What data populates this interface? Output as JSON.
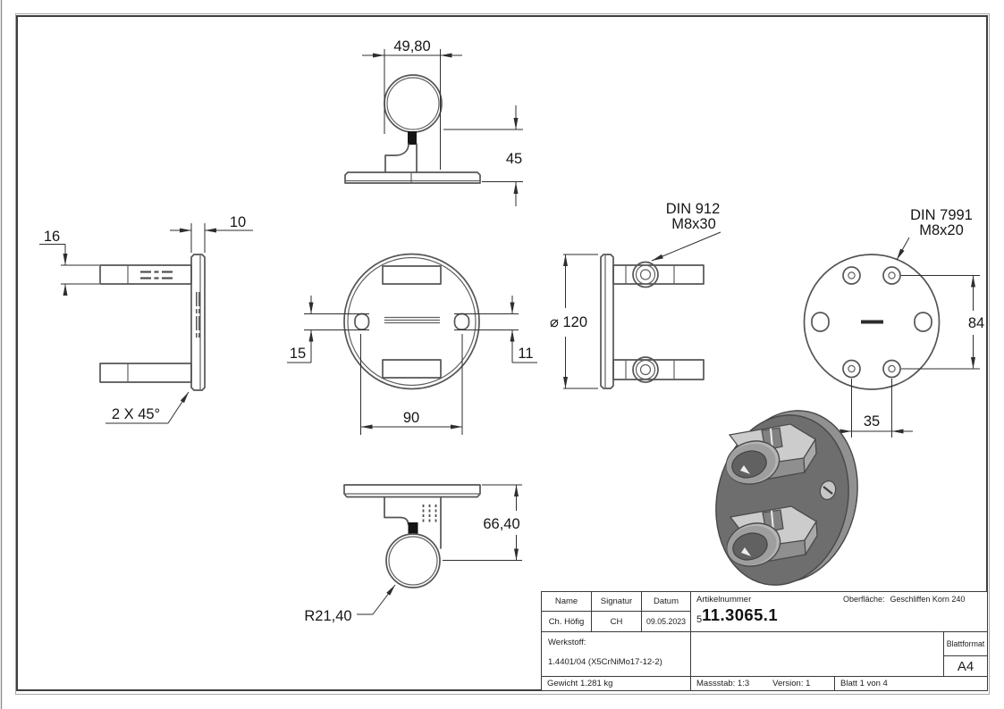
{
  "colors": {
    "paper": "#ffffff",
    "frame": "#3e3e3e",
    "frame_shadow": "#a8a8a8",
    "geometry_line": "#555555",
    "dimension_line": "#2e2e2e",
    "iso_dark_face": "#6e6e6e",
    "iso_mid_face": "#9b9b9b",
    "iso_light_face": "#cccccc"
  },
  "views": {
    "front_top": {
      "dim_width": "49,80",
      "dim_height": "45"
    },
    "side_left": {
      "dim_arm_height": "16",
      "dim_plate_thickness": "10",
      "chamfer_note": "2 X 45°"
    },
    "back_center": {
      "dim_slot_left": "15",
      "dim_slot_right": "11",
      "dim_hole_spacing": "90"
    },
    "side_right": {
      "dim_diameter": "⌀ 120",
      "screw_callout_line1": "DIN 912",
      "screw_callout_line2": "M8x30"
    },
    "face_right": {
      "screw_callout_line1": "DIN 7991",
      "screw_callout_line2": "M8x20",
      "dim_vertical": "84",
      "dim_horizontal": "35"
    },
    "bottom": {
      "dim_height": "66,40",
      "dim_radius": "R21,40"
    }
  },
  "title_block": {
    "name_label": "Name",
    "signature_label": "Signatur",
    "date_label": "Datum",
    "name_value": "Ch. Höfig",
    "signature_value": "CH",
    "date_value": "09.05.2023",
    "article_label": "Artikelnummer",
    "article_prefix": "5",
    "article_number": "11.3065.1",
    "surface_label": "Oberfläche:",
    "surface_value": "Geschliffen Korn 240",
    "material_label": "Werkstoff:",
    "material_value": "1.4401/04 (X5CrNiMo17-12-2)",
    "weight": "Gewicht 1.281 kg",
    "scale": "Massstab: 1:3",
    "version": "Version: 1",
    "sheet": "Blatt 1 von 4",
    "format_label": "Blattformat",
    "format_value": "A4"
  }
}
